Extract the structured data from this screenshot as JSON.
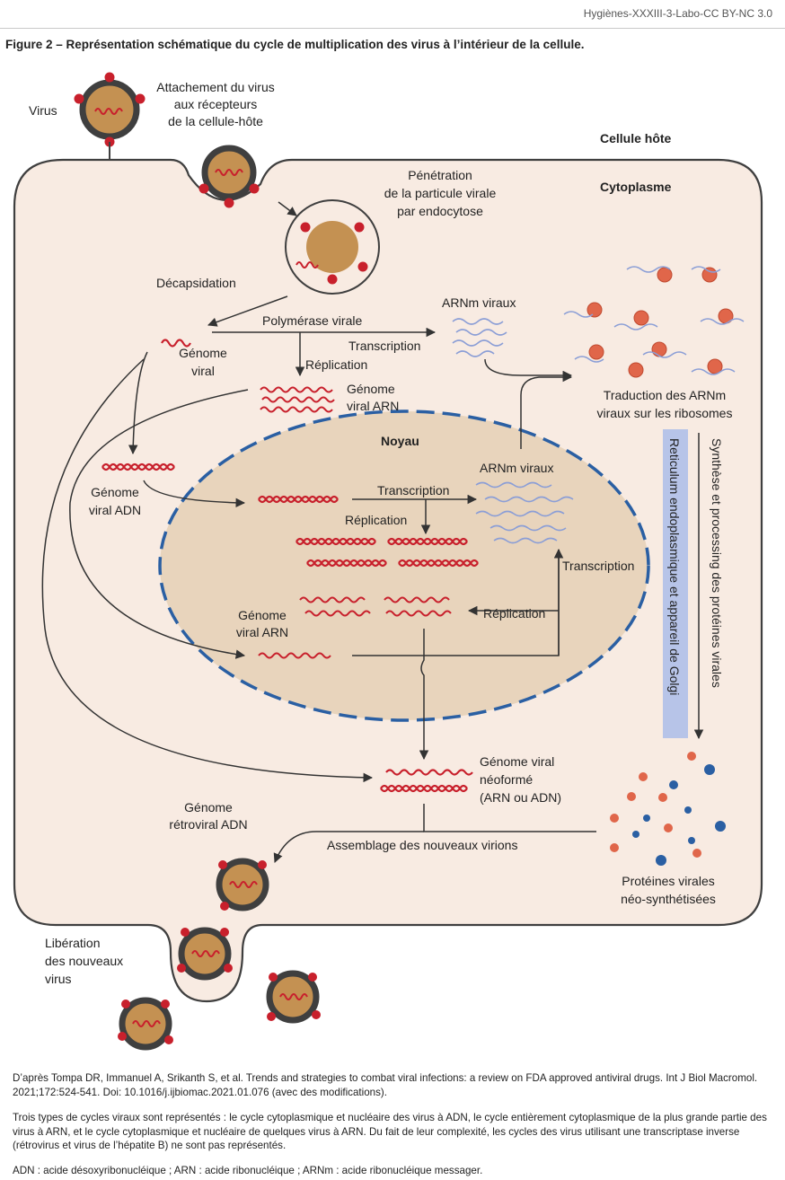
{
  "header": {
    "source": "Hygiènes-XXXIII-3-Labo-CC BY-NC 3.0"
  },
  "figure": {
    "title": "Figure 2 – Représentation schématique du cycle de multiplication des virus à l’intérieur de la cellule."
  },
  "labels": {
    "virus": "Virus",
    "attach": [
      "Attachement du virus",
      "aux récepteurs",
      "de la cellule-hôte"
    ],
    "cellule_hote": "Cellule hôte",
    "cytoplasme": "Cytoplasme",
    "penetration": [
      "Pénétration",
      "de la particule virale",
      "par endocytose"
    ],
    "decapsidation": "Décapsidation",
    "arnm_viraux_cyto": "ARNm viraux",
    "genome_viral": [
      "Génome",
      "viral"
    ],
    "polymerase": "Polymérase virale",
    "transcription_cyto": "Transcription",
    "replication_cyto": "Réplication",
    "genome_arn_cyto": [
      "Génome",
      "viral ARN"
    ],
    "traduction": [
      "Traduction des ARNm",
      "viraux sur les ribosomes"
    ],
    "noyau": "Noyau",
    "genome_adn": [
      "Génome",
      "viral ADN"
    ],
    "arnm_viraux_noyau": "ARNm viraux",
    "transcription_noyau": "Transcription",
    "replication_noyau": "Réplication",
    "transcription_right": "Transcription",
    "replication_right": "Réplication",
    "genome_arn_noyau": [
      "Génome",
      "viral ARN"
    ],
    "reticulum": "Reticulum endoplasmique et appareil de Golgi",
    "synthese": "Synthèse et processing des protéines virales",
    "genome_neoforme": [
      "Génome viral",
      "néoformé",
      "(ARN ou ADN)"
    ],
    "genome_retroviral": [
      "Génome",
      "rétroviral ADN"
    ],
    "assemblage": "Assemblage des nouveaux virions",
    "proteines": [
      "Protéines virales",
      "néo-synthétisées"
    ],
    "liberation": [
      "Libération",
      "des nouveaux",
      "virus"
    ]
  },
  "colors": {
    "cell_fill": "#f8ebe2",
    "nucleus_fill": "#e8d4bc",
    "nucleus_border": "#2a5fa3",
    "strand": "#c8202c",
    "mrna": "#8b9ed6",
    "capsid": "#c49152",
    "envelope": "#3f3f3f",
    "ribosome": "#e0664a",
    "reticulum_box": "#b7c4e8"
  },
  "footer": {
    "reference": "D’après Tompa DR, Immanuel A, Srikanth S, et al. Trends and strategies to combat viral infections: a review on FDA approved antiviral drugs. Int J Biol Macromol. 2021;172:524-541. Doi: 10.1016/j.ijbiomac.2021.01.076 (avec des modifications).",
    "note": "Trois types de cycles viraux sont représentés : le cycle cytoplasmique et nucléaire des virus à ADN, le cycle entièrement cytoplasmique de la plus grande partie des virus à ARN, et le cycle cytoplasmique et nucléaire de quelques virus à ARN. Du fait de leur complexité, les cycles des virus utilisant une transcriptase inverse (rétrovirus et virus de l’hépatite B) ne sont pas représentés.",
    "abbrev": "ADN : acide désoxyribonucléique ; ARN : acide ribonucléique ; ARNm : acide ribonucléique messager."
  }
}
